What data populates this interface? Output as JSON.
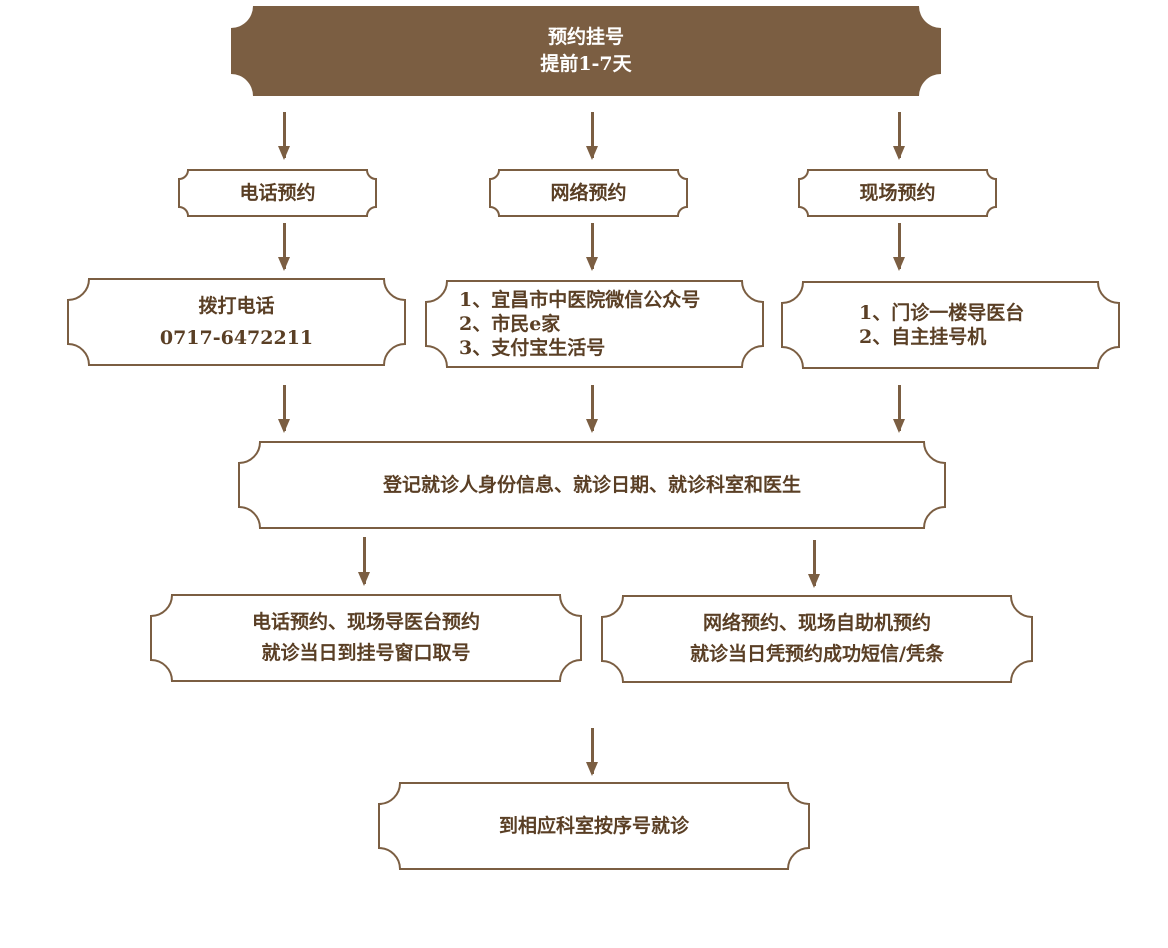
{
  "colors": {
    "brown": "#7b5e42",
    "text": "#5a3f25"
  },
  "start": {
    "line1": "预约挂号",
    "line2": "提前1-7天"
  },
  "channels": [
    {
      "label": "电话预约",
      "details": [
        "拨打电话",
        "0717-6472211"
      ]
    },
    {
      "label": "网络预约",
      "details": [
        "1、宜昌市中医院微信公众号",
        "2、市民e家",
        "3、支付宝生活号"
      ]
    },
    {
      "label": "现场预约",
      "details": [
        "1、门诊一楼导医台",
        "2、自主挂号机"
      ]
    }
  ],
  "register": "登记就诊人身份信息、就诊日期、就诊科室和医生",
  "pickup": [
    {
      "line1": "电话预约、现场导医台预约",
      "line2": "就诊当日到挂号窗口取号"
    },
    {
      "line1": "网络预约、现场自助机预约",
      "line2": "就诊当日凭预约成功短信/凭条"
    }
  ],
  "final": "到相应科室按序号就诊"
}
